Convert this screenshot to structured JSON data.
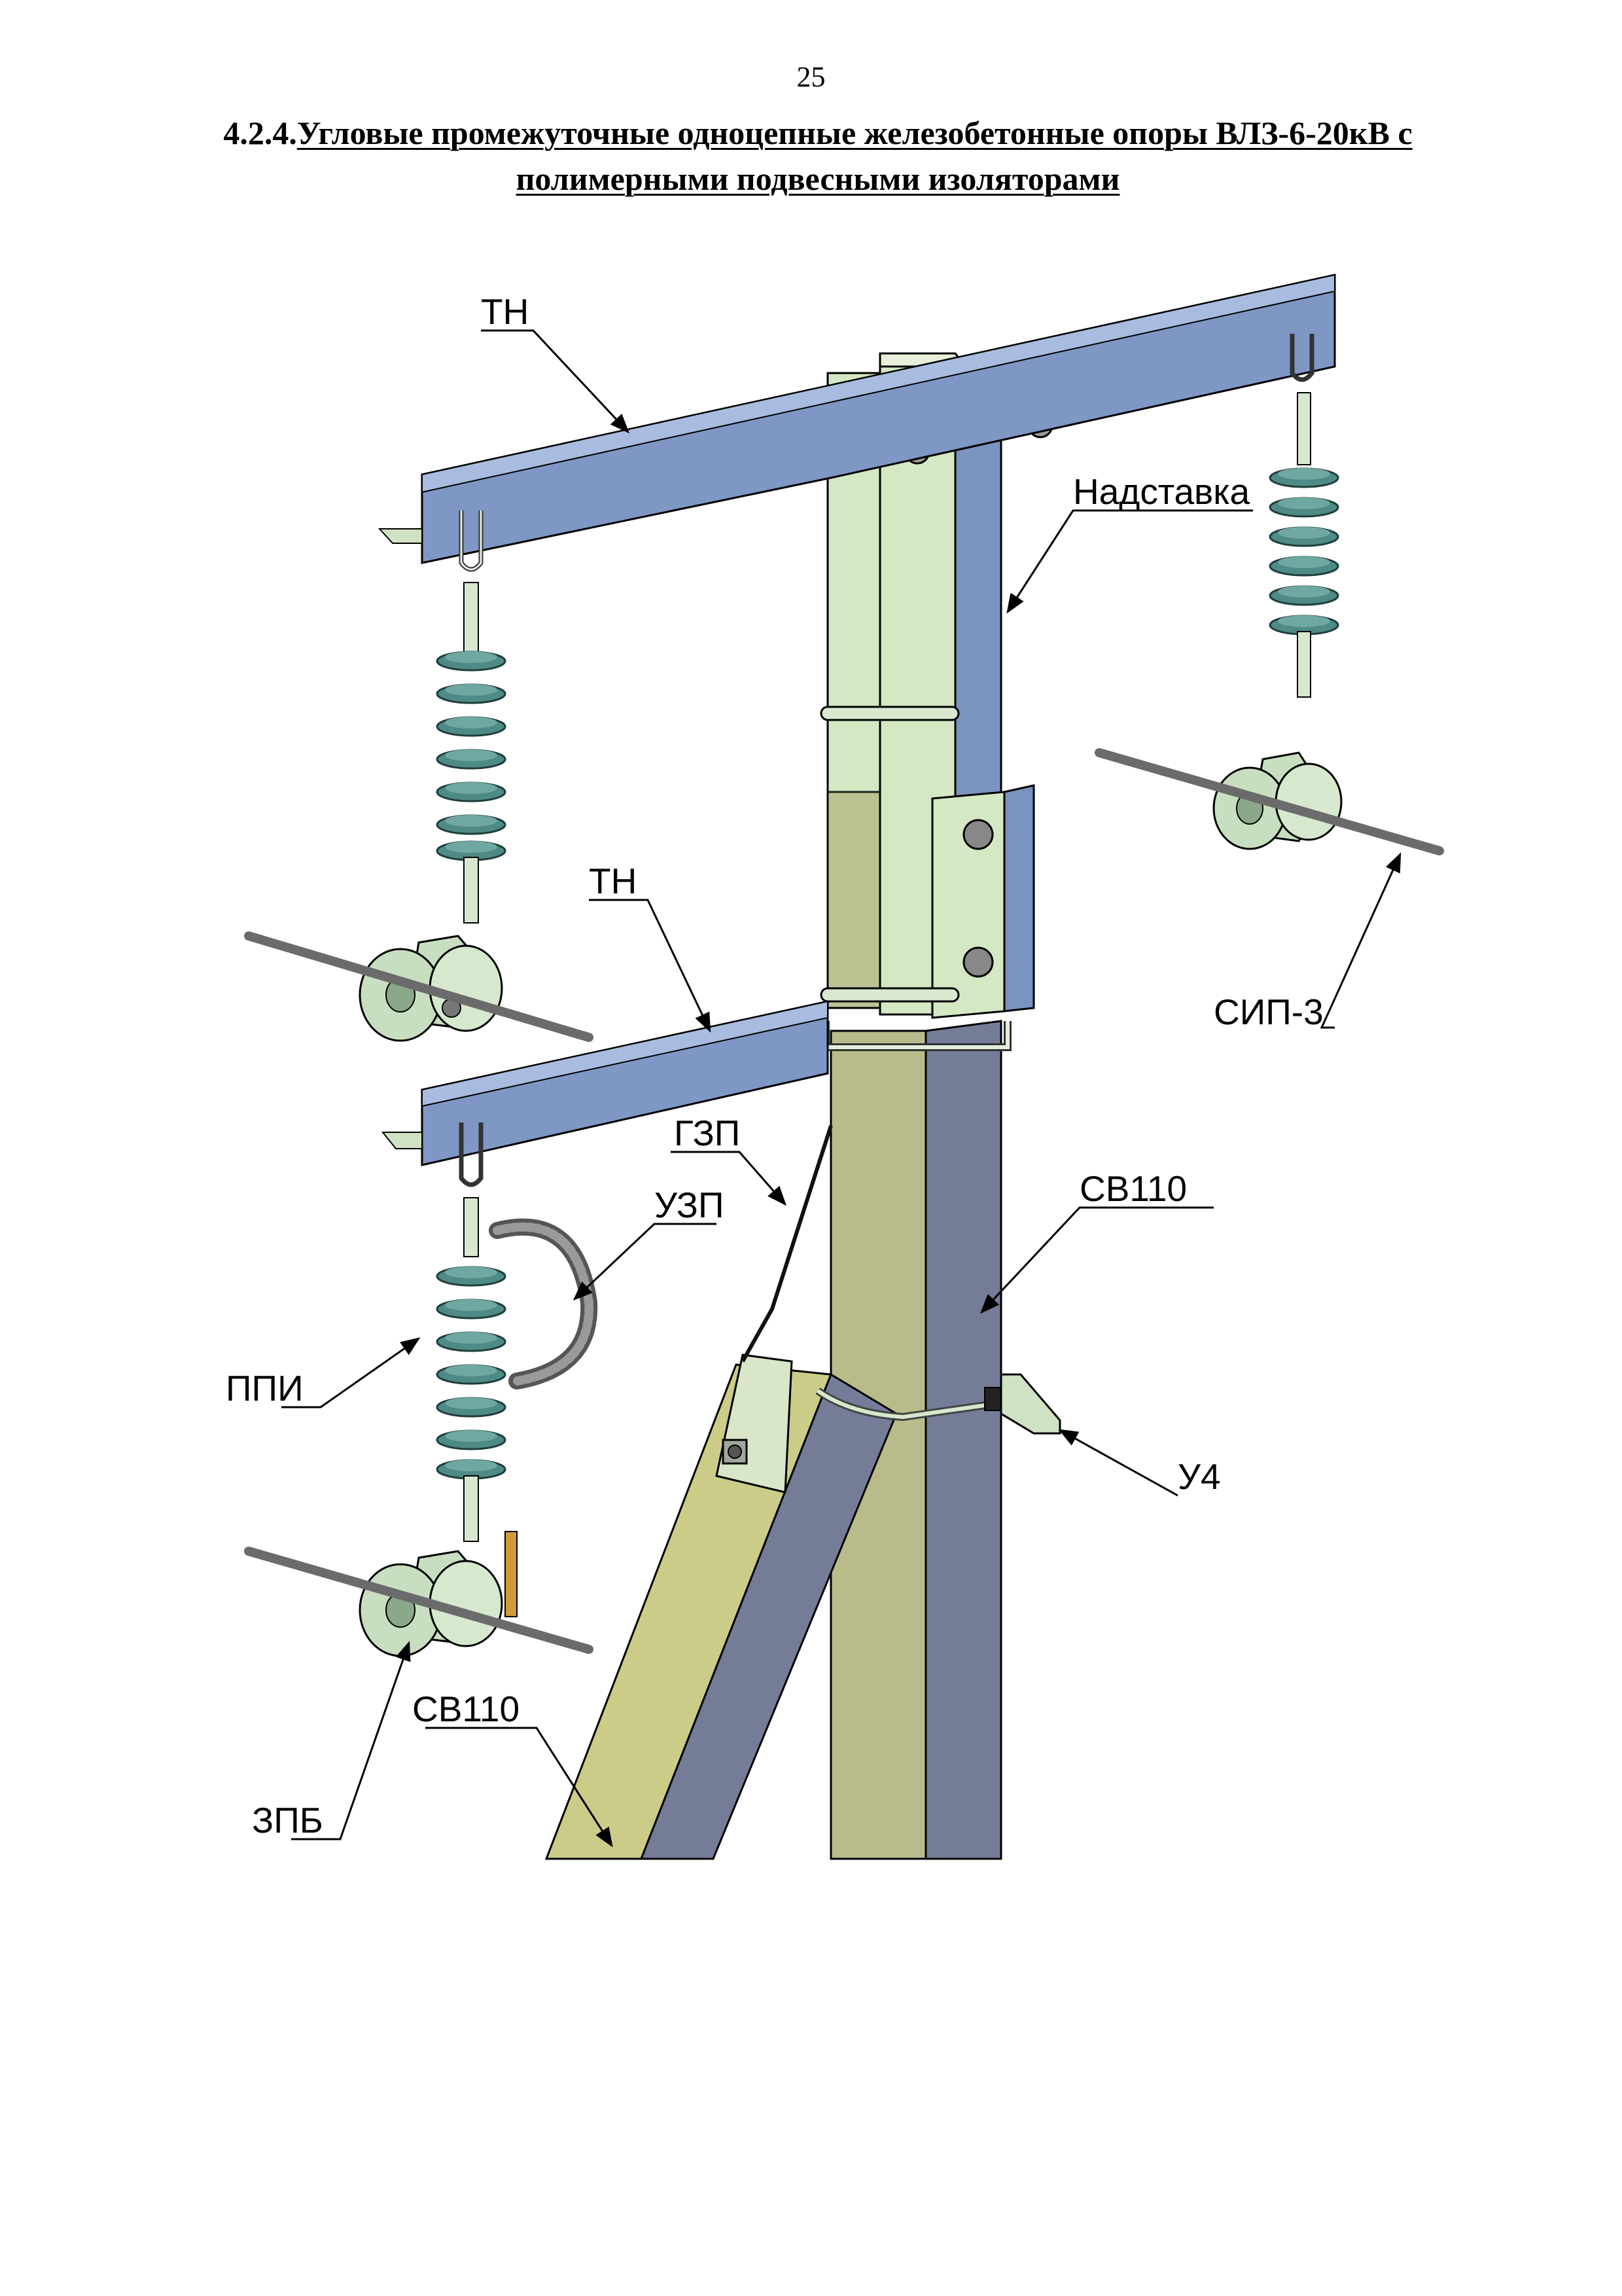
{
  "page": {
    "number": "25",
    "title_number": "4.2.4.",
    "title_line1": "Угловые промежуточные одноцепные железобетонные опоры ВЛЗ-6-20кВ с",
    "title_line2": "полимерными подвесными изоляторами"
  },
  "labels": {
    "tn_top": "ТН",
    "nadstavka": "Надставка",
    "sip3": "СИП-3",
    "tn_bottom": "ТН",
    "gzp": "ГЗП",
    "uzp": "УЗП",
    "sv110_main": "СВ110",
    "ppi": "ППИ",
    "u4": "У4",
    "sv110_strut": "СВ110",
    "zpb": "ЗПБ"
  },
  "colors": {
    "crossarm_blue": "#7F97C4",
    "crossarm_light": "#A9BCDF",
    "extension_green": "#D4E8C4",
    "extension_blue": "#7A93C0",
    "pole_light": "#B9BC8A",
    "pole_dark": "#747C98",
    "strut_light": "#CBCC88",
    "insulator_teal": "#4E8A86",
    "clamp_green": "#C8DEC0",
    "cable_gray": "#6B6B6B",
    "arc_shield": "#8C8C8C",
    "marker_orange": "#D49A3A"
  }
}
